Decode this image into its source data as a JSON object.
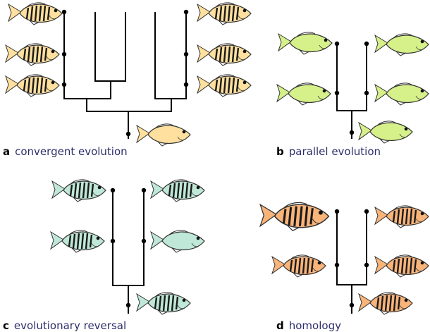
{
  "panels": {
    "a": {
      "letter": "a",
      "caption": "convergent evolution",
      "fish_fill": "#ffe09e"
    },
    "b": {
      "letter": "b",
      "caption": "parallel evolution",
      "fish_fill": "#d6f08a"
    },
    "c": {
      "letter": "c",
      "caption": "evolutionary reversal",
      "fish_fill": "#bfe8d8"
    },
    "d": {
      "letter": "d",
      "caption": "homology",
      "fish_fill": "#f9b47a"
    }
  },
  "colors": {
    "line": "#000000",
    "stripe": "#1a1a1a",
    "caption": "#2e2d6b"
  }
}
